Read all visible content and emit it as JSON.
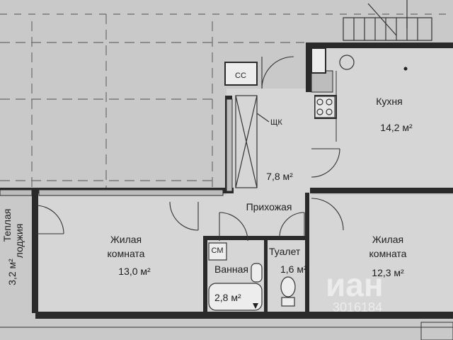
{
  "colors": {
    "background": "#c9c9c9",
    "interior": "#d6d6d6",
    "wall": "#2a2a2a",
    "line": "#333333",
    "dash": "#6a6a6a"
  },
  "rooms": {
    "kitchen": {
      "name": "Кухня",
      "area": "14,2 м²"
    },
    "hall": {
      "name": "Прихожая",
      "area": "7,8 м²"
    },
    "living_left": {
      "name_line1": "Жилая",
      "name_line2": "комната",
      "area": "13,0 м²"
    },
    "living_right": {
      "name_line1": "Жилая",
      "name_line2": "комната",
      "area": "12,3 м²"
    },
    "loggia": {
      "name_line1": "Теплая",
      "name_line2": "лоджия",
      "area": "3,2 м²"
    },
    "bathroom": {
      "name": "Ванная",
      "area": "2,8 м²"
    },
    "toilet": {
      "name": "Туалет",
      "area": "1,6 м²"
    }
  },
  "labels": {
    "cc": "СС",
    "shk": "ЩК",
    "sm": "СМ"
  },
  "watermark": {
    "brand": "иан",
    "code": "3016184"
  }
}
